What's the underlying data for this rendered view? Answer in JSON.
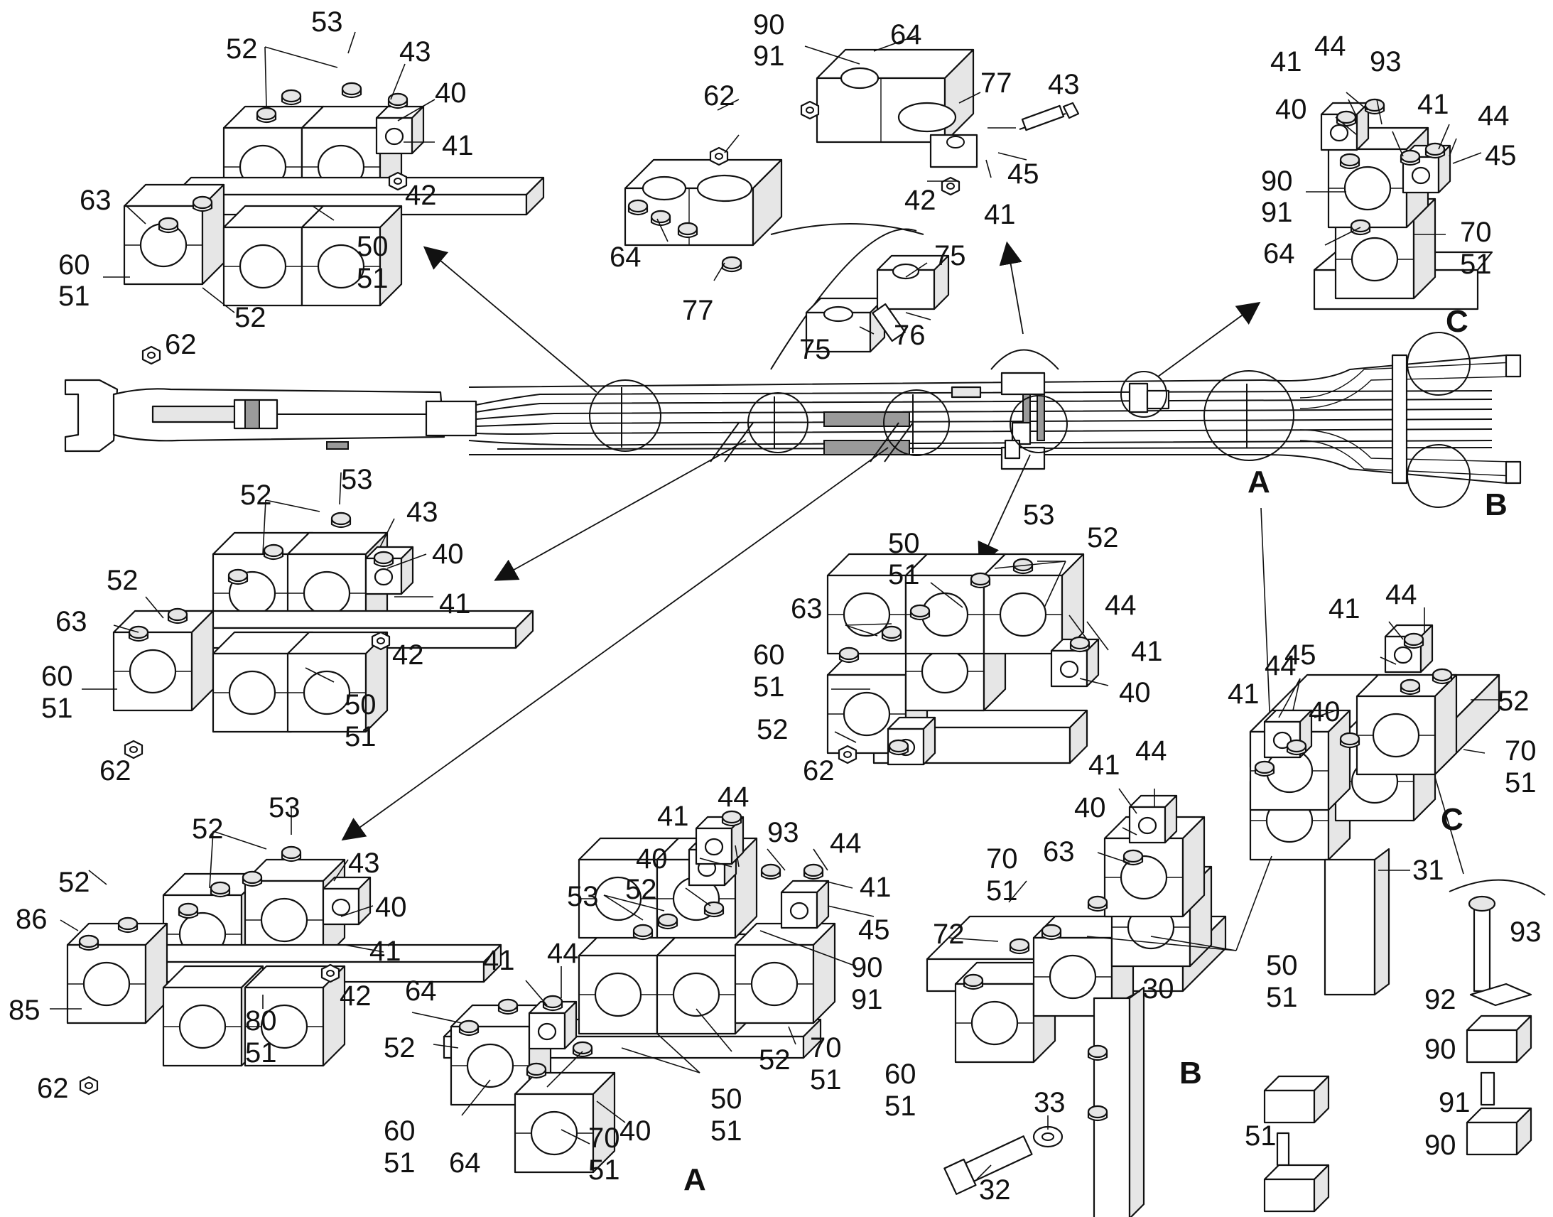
{
  "figure": {
    "view_labels": {
      "a": "A",
      "b": "B",
      "c": "C"
    },
    "callouts": {
      "n30": "30",
      "n31": "31",
      "n32": "32",
      "n33": "33",
      "n40": "40",
      "n41": "41",
      "n42": "42",
      "n43": "43",
      "n44": "44",
      "n45": "45",
      "n50": "50",
      "n51": "51",
      "n52": "52",
      "n53": "53",
      "n60": "60",
      "n62": "62",
      "n63": "63",
      "n64": "64",
      "n70": "70",
      "n72": "72",
      "n75": "75",
      "n76": "76",
      "n77": "77",
      "n80": "80",
      "n85": "85",
      "n86": "86",
      "n90": "90",
      "n91": "91",
      "n92": "92",
      "n93": "93"
    }
  }
}
